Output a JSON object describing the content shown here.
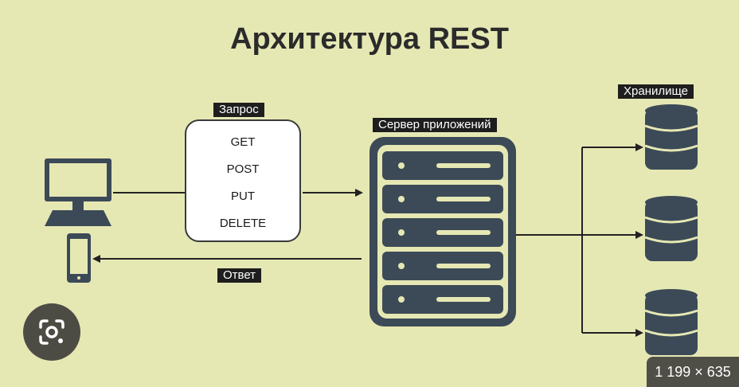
{
  "title": "Архитектура REST",
  "labels": {
    "request": "Запрос",
    "server": "Сервер приложений",
    "storage": "Хранилище",
    "response": "Ответ"
  },
  "methods": [
    "GET",
    "POST",
    "PUT",
    "DELETE"
  ],
  "image_size": "1 199 × 635",
  "colors": {
    "background": "#e6e8b4",
    "icon": "#3c4a57",
    "label_bg": "#1e1e1e"
  }
}
